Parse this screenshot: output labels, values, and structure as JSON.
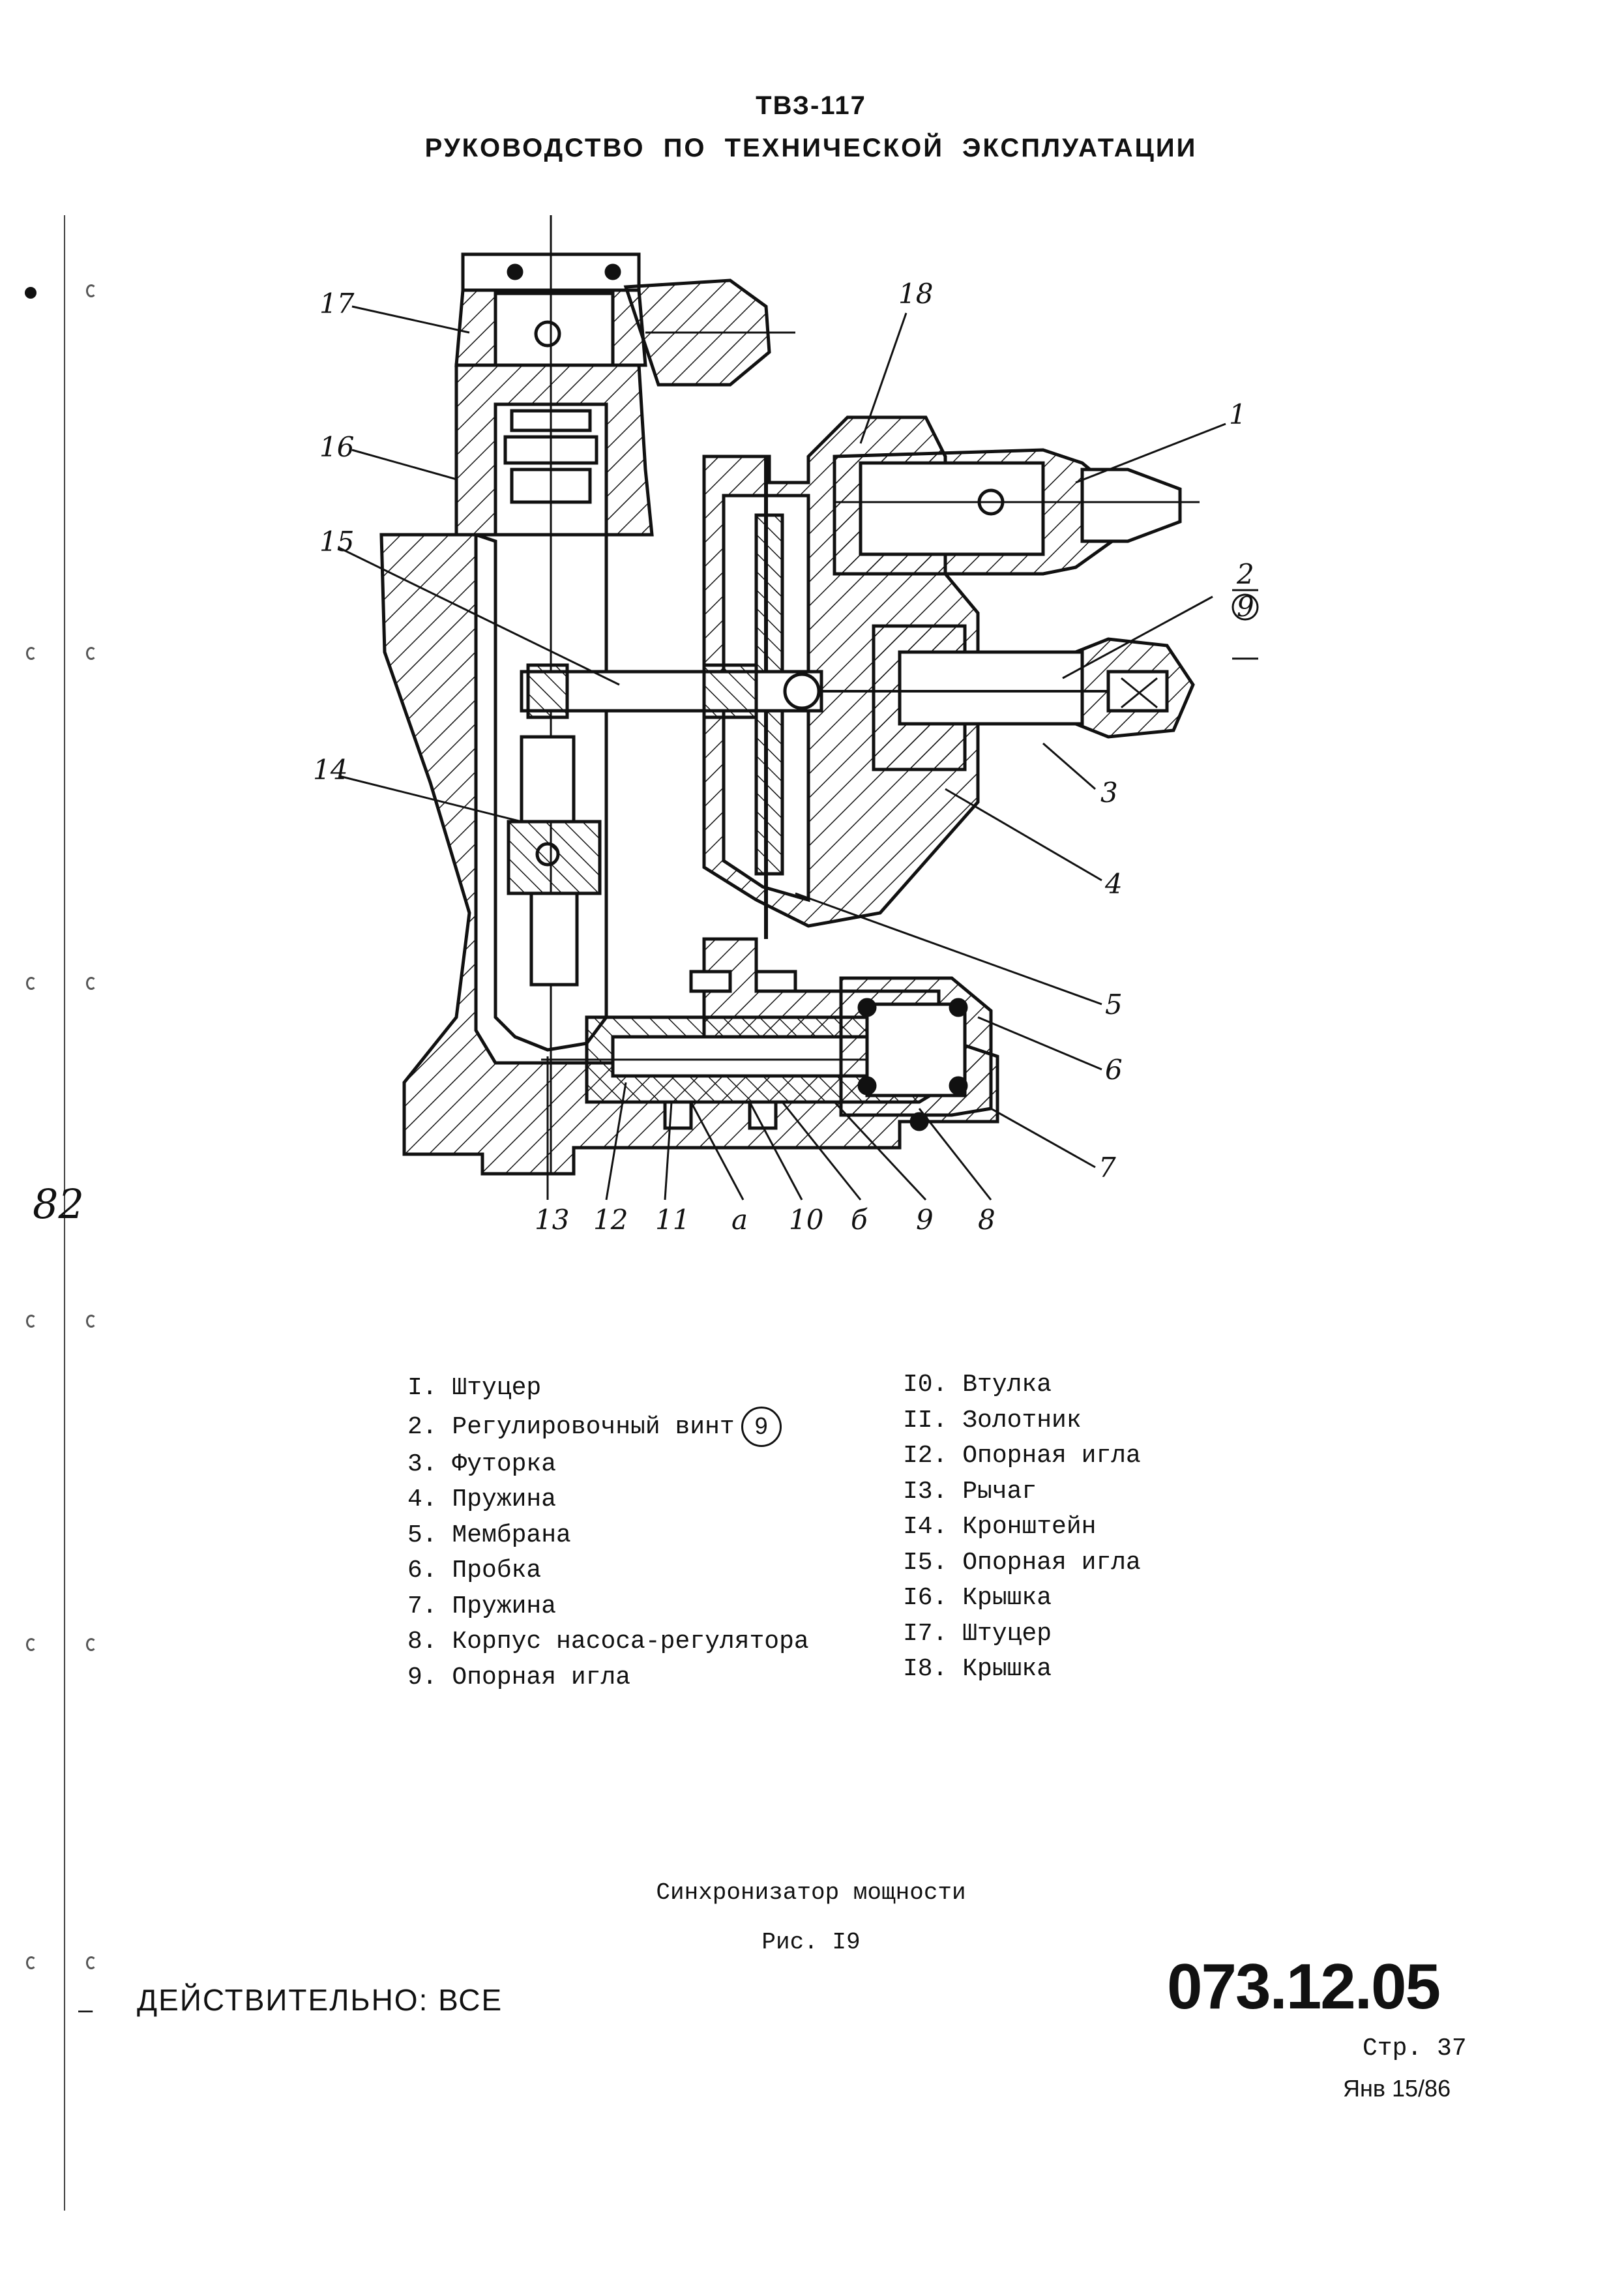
{
  "header": {
    "line1": "ТВЗ-117",
    "line2": "РУКОВОДСТВО ПО ТЕХНИЧЕСКОЙ ЭКСПЛУАТАЦИИ"
  },
  "margin_note": "82",
  "figure": {
    "callouts": {
      "c1": "1",
      "c2_num": "2",
      "c2_den": "9",
      "c3": "3",
      "c4": "4",
      "c5": "5",
      "c6": "6",
      "c7": "7",
      "c8": "8",
      "c9": "9",
      "cb": "б",
      "c10": "10",
      "ca": "а",
      "c11": "11",
      "c12": "12",
      "c13": "13",
      "c14": "14",
      "c15": "15",
      "c16": "16",
      "c17": "17",
      "c18": "18"
    }
  },
  "legend": {
    "left": [
      "I. Штуцер",
      "2. Регулировочный винт",
      "3. Футорка",
      "4. Пружина",
      "5. Мембрана",
      "6. Пробка",
      "7. Пружина",
      "8. Корпус насоса-регулятора",
      "9. Опорная игла"
    ],
    "circled_ref": "9",
    "right": [
      "I0. Втулка",
      "II. Золотник",
      "I2. Опорная игла",
      "I3. Рычаг",
      "I4. Кронштейн",
      "I5. Опорная игла",
      "I6. Крышка",
      "I7. Штуцер",
      "I8. Крышка"
    ]
  },
  "caption": {
    "title": "Синхронизатор мощности",
    "figure_no": "Рис. I9"
  },
  "footer": {
    "validity": "ДЕЙСТВИТЕЛЬНО: ВСЕ",
    "doc_number": "073.12.05",
    "page": "Стр. 37",
    "revision": "Янв 15/86"
  }
}
